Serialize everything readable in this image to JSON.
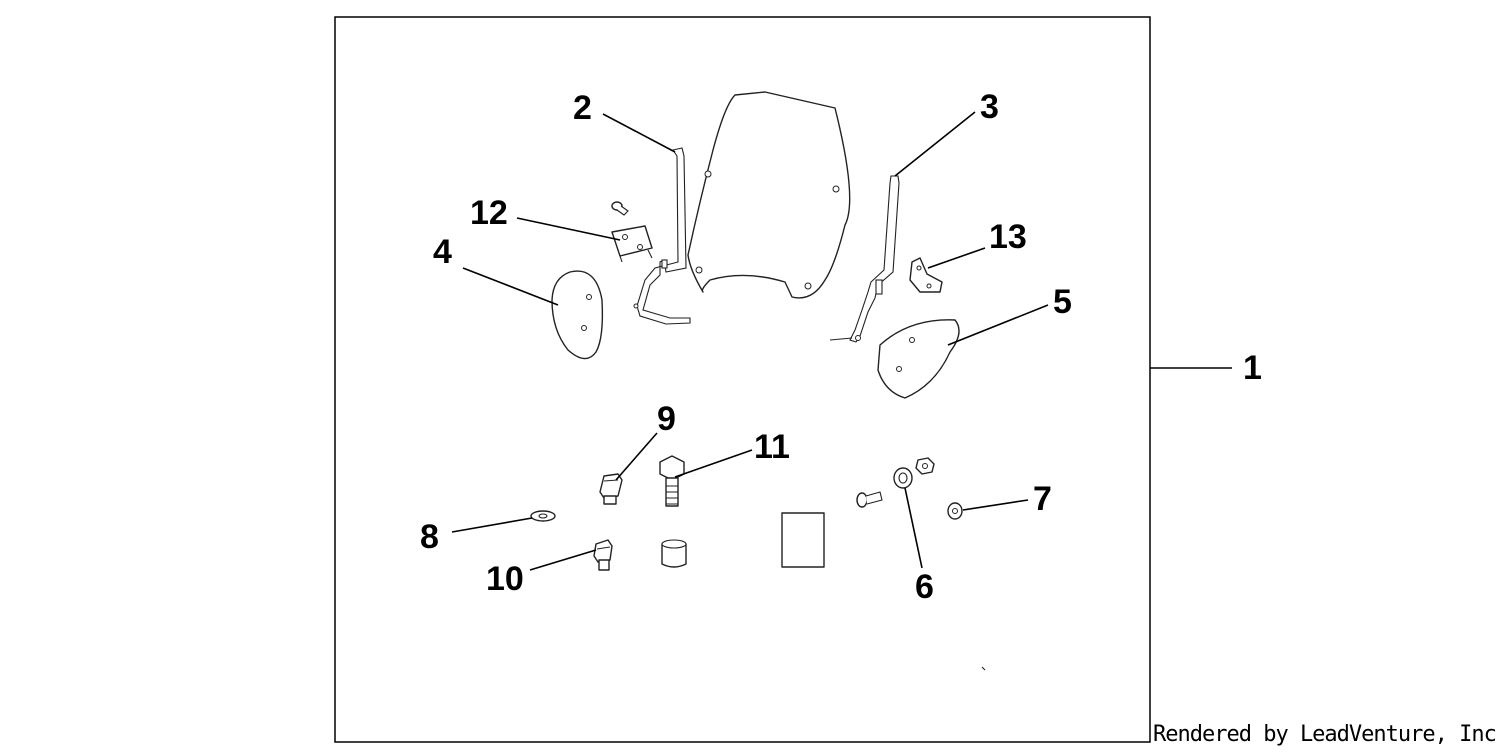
{
  "callouts": {
    "c1": "1",
    "c2": "2",
    "c3": "3",
    "c4": "4",
    "c5": "5",
    "c6": "6",
    "c7": "7",
    "c8": "8",
    "c9": "9",
    "c10": "10",
    "c11": "11",
    "c12": "12",
    "c13": "13"
  },
  "credit": "Rendered by LeadVenture, Inc."
}
